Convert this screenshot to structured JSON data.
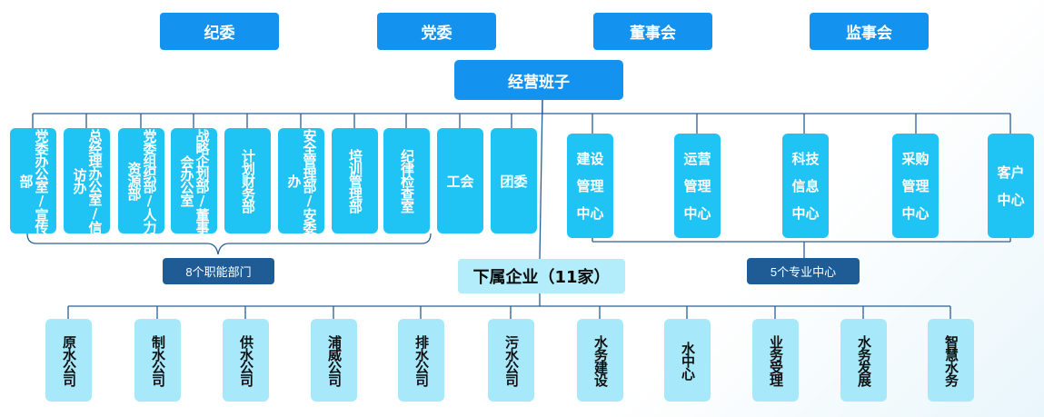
{
  "top_bodies": [
    "纪委",
    "党委",
    "董事会",
    "监事会"
  ],
  "management": "经营班子",
  "departments": [
    "党委办公室/宣传部",
    "总经理办公室/信访办",
    "党委组织部/人力资源部",
    "战略企划部/董事会办公室",
    "计划财务部",
    "安全管理部/安委办",
    "培训管理部",
    "纪律检查室",
    "工会",
    "团委"
  ],
  "departments_label": "8个职能部门",
  "centers": [
    {
      "line1": "建设",
      "line2": "管理",
      "line3": "中心"
    },
    {
      "line1": "运营",
      "line2": "管理",
      "line3": "中心"
    },
    {
      "line1": "科技",
      "line2": "信息",
      "line3": "中心"
    },
    {
      "line1": "采购",
      "line2": "管理",
      "line3": "中心"
    },
    {
      "line1": "客户",
      "line2": "中心",
      "line3": ""
    }
  ],
  "centers_label": "5个专业中心",
  "subsidiaries_title": "下属企业（11家）",
  "subsidiaries": [
    "原水公司",
    "制水公司",
    "供水公司",
    "浦威公司",
    "排水公司",
    "污水公司",
    "水务建设",
    "水中心",
    "业务受理",
    "水务发展",
    "智慧水务"
  ],
  "colors": {
    "primary": "#1392f0",
    "dept": "#20c4f4",
    "sub": "#a7e8fb",
    "line": "#1f5c96"
  }
}
